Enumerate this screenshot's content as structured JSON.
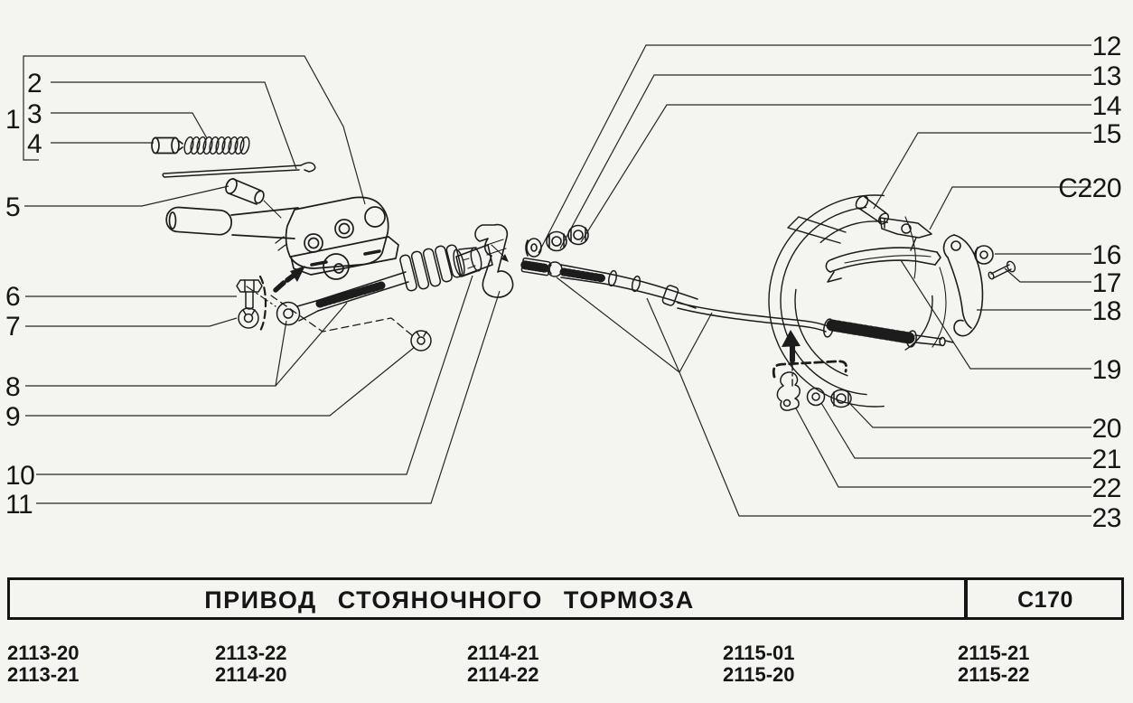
{
  "callouts": {
    "left": [
      "1",
      "2",
      "3",
      "4",
      "5",
      "6",
      "7",
      "8",
      "9",
      "10",
      "11"
    ],
    "right": [
      "12",
      "13",
      "14",
      "15",
      "C220",
      "16",
      "17",
      "18",
      "19",
      "20",
      "21",
      "22",
      "23"
    ]
  },
  "table": {
    "title": "ПРИВОД СТОЯНОЧНОГО ТОРМОЗА",
    "code": "C170",
    "model_columns": [
      [
        "2113-20",
        "2113-21"
      ],
      [
        "2113-22",
        "2114-20"
      ],
      [
        "2114-21",
        "2114-22"
      ],
      [
        "2115-01",
        "2115-20"
      ],
      [
        "2115-21",
        "2115-22"
      ]
    ]
  },
  "colors": {
    "ink": "#1c1c1c",
    "paper": "#f4f4f1"
  }
}
